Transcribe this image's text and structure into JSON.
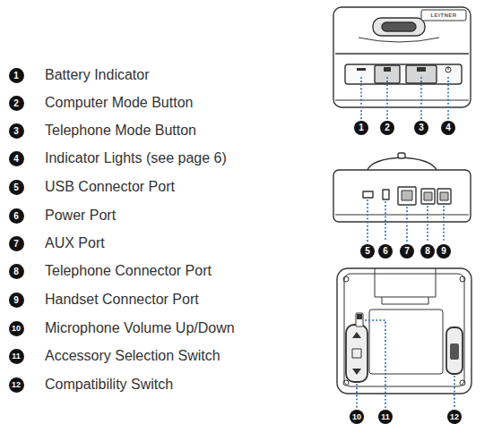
{
  "diagram": {
    "labels": [
      "1",
      "Battery Indicator",
      "2",
      "Computer Mode Button",
      "3",
      "Telephone Mode Button",
      "4",
      "Indicator Lights (see page 6)",
      "5",
      "USB Connector Port",
      "6",
      "Power Port",
      "7",
      "AUX Port",
      "8",
      "Telephone Connector Port",
      "9",
      "Handset Connector Port",
      "10",
      "Microphone Volume Up/Down",
      "11",
      "Accessory Selection Switch",
      "12",
      "Compatibility Switch",
      "1",
      "2",
      "3",
      "4",
      "5",
      "6",
      "7",
      "8",
      "9",
      "10",
      "11",
      "12",
      "LEITNER"
    ]
  }
}
